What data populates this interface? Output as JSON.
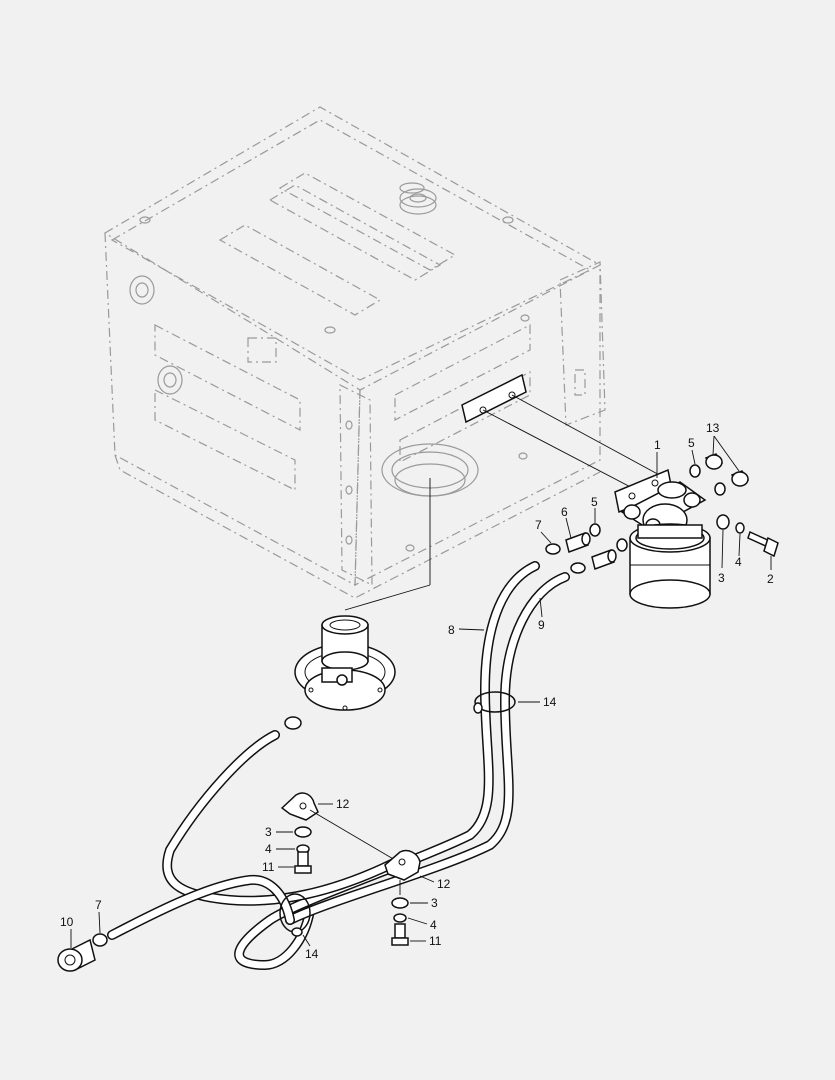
{
  "callouts": [
    {
      "id": "c1",
      "text": "1"
    },
    {
      "id": "c2",
      "text": "2"
    },
    {
      "id": "c3a",
      "text": "3"
    },
    {
      "id": "c3b",
      "text": "3"
    },
    {
      "id": "c3c",
      "text": "3"
    },
    {
      "id": "c4a",
      "text": "4"
    },
    {
      "id": "c4b",
      "text": "4"
    },
    {
      "id": "c4c",
      "text": "4"
    },
    {
      "id": "c5a",
      "text": "5"
    },
    {
      "id": "c5b",
      "text": "5"
    },
    {
      "id": "c6",
      "text": "6"
    },
    {
      "id": "c7a",
      "text": "7"
    },
    {
      "id": "c7b",
      "text": "7"
    },
    {
      "id": "c8",
      "text": "8"
    },
    {
      "id": "c9",
      "text": "9"
    },
    {
      "id": "c10",
      "text": "10"
    },
    {
      "id": "c11a",
      "text": "11"
    },
    {
      "id": "c11b",
      "text": "11"
    },
    {
      "id": "c12a",
      "text": "12"
    },
    {
      "id": "c12b",
      "text": "12"
    },
    {
      "id": "c13",
      "text": "13"
    },
    {
      "id": "c14a",
      "text": "14"
    },
    {
      "id": "c14b",
      "text": "14"
    }
  ],
  "colors": {
    "background": "#f1f1f1",
    "line": "#111111",
    "phantom": "#9a9a9a"
  }
}
